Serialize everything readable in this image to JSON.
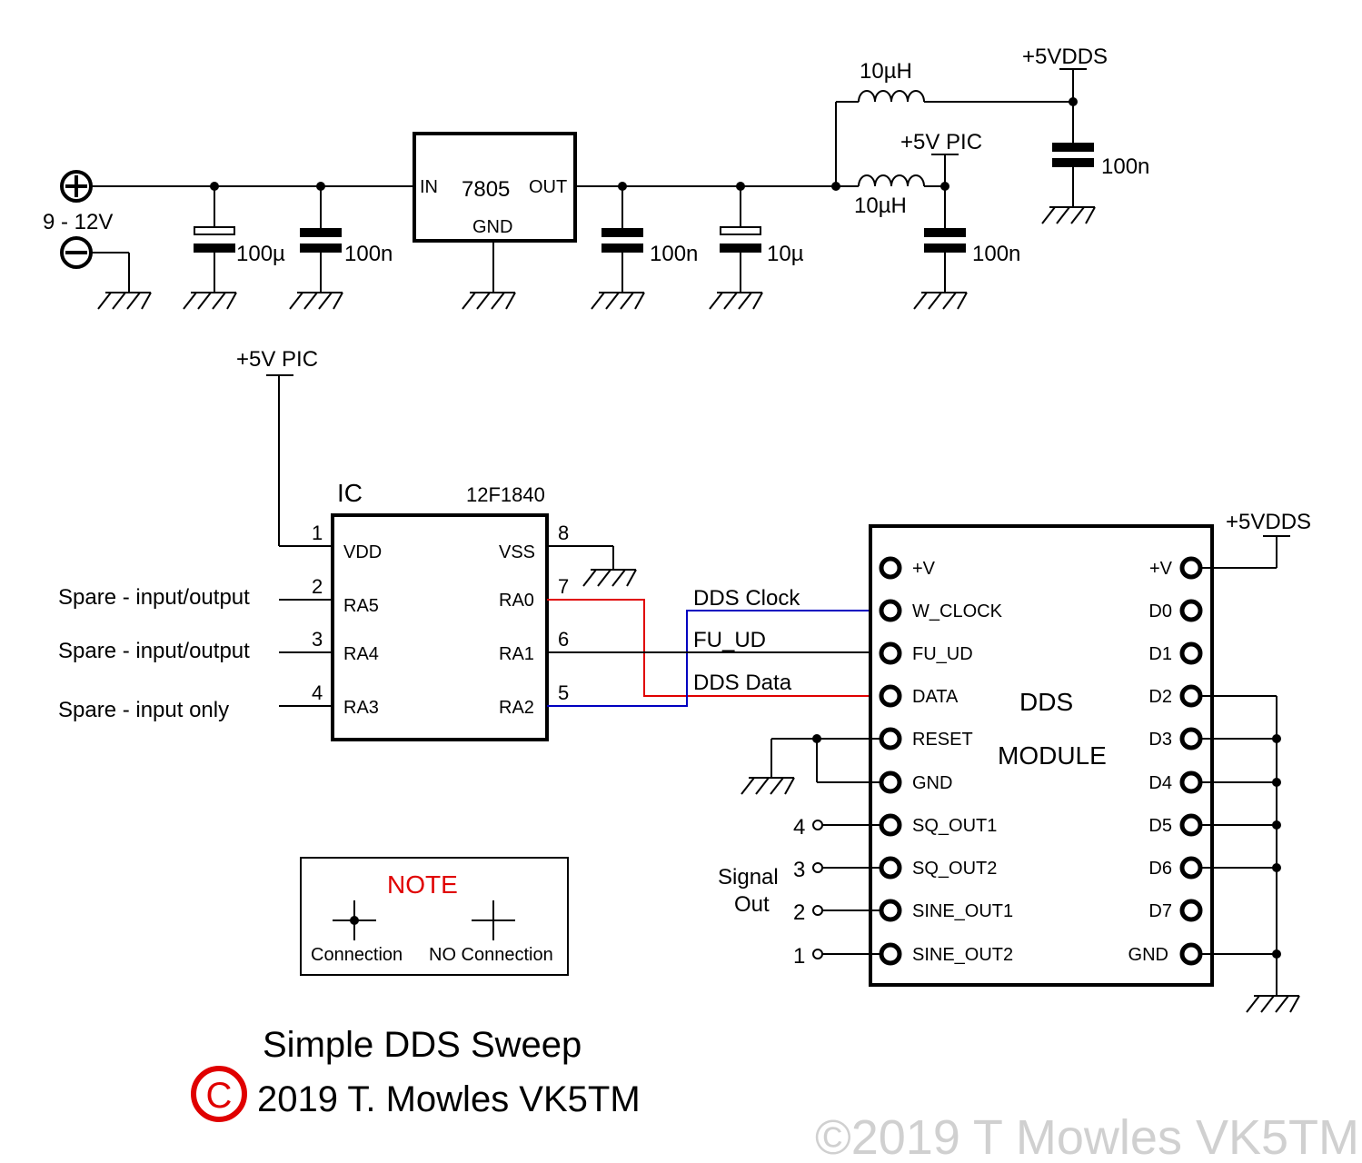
{
  "power_supply": {
    "input_range": "9 - 12V",
    "regulator": {
      "part": "7805",
      "in": "IN",
      "out": "OUT",
      "gnd": "GND"
    },
    "caps": [
      "100µ",
      "100n",
      "100n",
      "10µ",
      "100n",
      "100n"
    ],
    "inductors": [
      "10µH",
      "10µH"
    ],
    "rails": {
      "pic": "+5V PIC",
      "dds": "+5VDDS"
    }
  },
  "pic": {
    "rail": "+5V PIC",
    "ref": "IC",
    "part": "12F1840",
    "left_pins": [
      {
        "num": "1",
        "name": "VDD",
        "net": ""
      },
      {
        "num": "2",
        "name": "RA5",
        "net": "Spare - input/output"
      },
      {
        "num": "3",
        "name": "RA4",
        "net": "Spare - input/output"
      },
      {
        "num": "4",
        "name": "RA3",
        "net": "Spare - input only"
      }
    ],
    "right_pins": [
      {
        "num": "8",
        "name": "VSS"
      },
      {
        "num": "7",
        "name": "RA0"
      },
      {
        "num": "6",
        "name": "RA1"
      },
      {
        "num": "5",
        "name": "RA2"
      }
    ]
  },
  "nets": {
    "clock": "DDS Clock",
    "fu_ud": "FU_UD",
    "data": "DDS Data"
  },
  "dds": {
    "rail": "+5VDDS",
    "label_line1": "DDS",
    "label_line2": "MODULE",
    "left_pins": [
      "+V",
      "W_CLOCK",
      "FU_UD",
      "DATA",
      "RESET",
      "GND",
      "SQ_OUT1",
      "SQ_OUT2",
      "SINE_OUT1",
      "SINE_OUT2"
    ],
    "right_pins": [
      "+V",
      "D0",
      "D1",
      "D2",
      "D3",
      "D4",
      "D5",
      "D6",
      "D7",
      "GND"
    ],
    "output_numbers": [
      "4",
      "3",
      "2",
      "1"
    ],
    "signal_out_line1": "Signal",
    "signal_out_line2": "Out"
  },
  "note": {
    "title": "NOTE",
    "connection": "Connection",
    "no_connection": "NO Connection"
  },
  "footer": {
    "title": "Simple DDS Sweep",
    "copyright_symbol": "C",
    "copyright_text": "2019 T. Mowles VK5TM"
  },
  "watermark": "©2019 T Mowles VK5TM",
  "colors": {
    "data_line": "#e00000",
    "clock_line": "#0000c0",
    "note_title": "#e00000",
    "copyright_circle": "#e00000"
  }
}
